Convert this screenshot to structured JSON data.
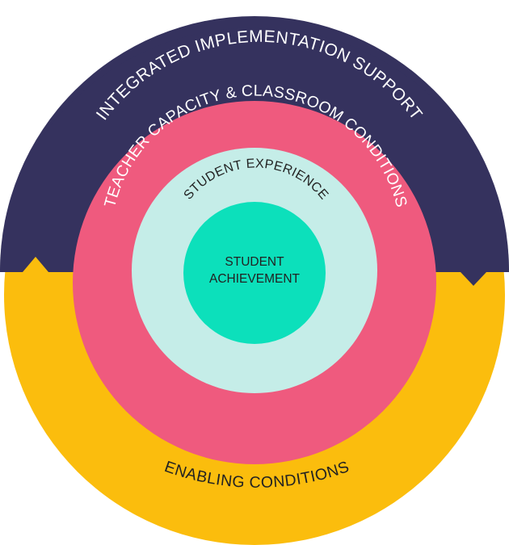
{
  "labels": {
    "outer_top": "INTEGRATED IMPLEMENTATION SUPPORT",
    "outer_bottom": "ENABLING CONDITIONS",
    "middle": "TEACHER CAPACITY & CLASSROOM CONDITIONS",
    "inner": "STUDENT EXPERIENCE",
    "center_line1": "STUDENT",
    "center_line2": "ACHIEVEMENT"
  },
  "colors": {
    "outer_top": "#35325e",
    "outer_bottom": "#fbbd0d",
    "middle": "#ef5a7e",
    "inner": "#c5ede8",
    "center": "#0ce0bb",
    "text_light": "#ffffff",
    "text_dark": "#222222"
  }
}
